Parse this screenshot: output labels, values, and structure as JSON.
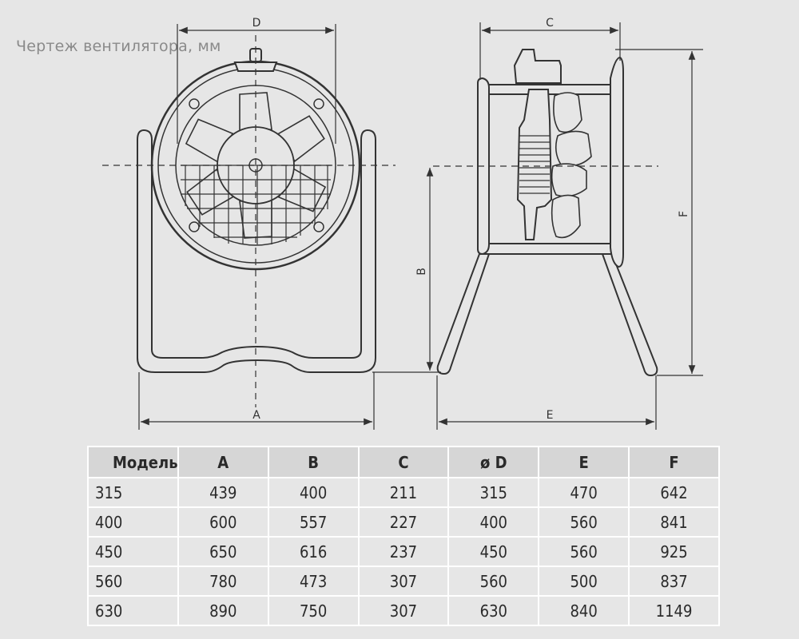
{
  "caption": "Чертеж вентилятора, мм",
  "dimension_labels": {
    "a": "A",
    "b": "B",
    "c": "C",
    "d": "D",
    "e": "E",
    "f": "F"
  },
  "table": {
    "headers": [
      "Модель",
      "A",
      "B",
      "C",
      "ø D",
      "E",
      "F"
    ],
    "rows": [
      [
        "315",
        "439",
        "400",
        "211",
        "315",
        "470",
        "642"
      ],
      [
        "400",
        "600",
        "557",
        "227",
        "400",
        "560",
        "841"
      ],
      [
        "450",
        "650",
        "616",
        "237",
        "450",
        "560",
        "925"
      ],
      [
        "560",
        "780",
        "473",
        "307",
        "560",
        "500",
        "837"
      ],
      [
        "630",
        "890",
        "750",
        "307",
        "630",
        "840",
        "1149"
      ]
    ]
  }
}
